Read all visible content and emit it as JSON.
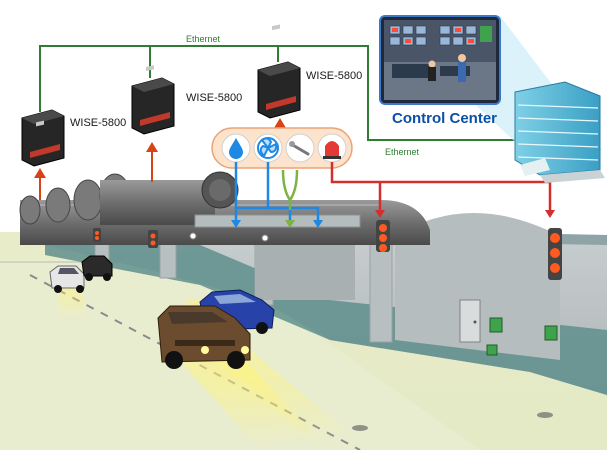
{
  "network": {
    "ethernet_top_label": "Ethernet",
    "ethernet_right_label": "Ethernet",
    "line_color": "#2e7d32"
  },
  "devices": [
    {
      "label": "WISE-5800",
      "icon": "wise-5800-controller-icon"
    },
    {
      "label": "WISE-5800",
      "icon": "wise-5800-controller-icon"
    },
    {
      "label": "WISE-5800",
      "icon": "wise-5800-controller-icon"
    }
  ],
  "control_center": {
    "title": "Control Center",
    "icon": "control-room-icon"
  },
  "sensors": [
    {
      "icon": "water-drop-icon",
      "color": "#1e88e5"
    },
    {
      "icon": "fan-icon",
      "color": "#1e88e5"
    },
    {
      "icon": "thermometer-probe-icon",
      "color": "#7cb342"
    },
    {
      "icon": "alarm-beacon-icon",
      "color": "#e53935"
    }
  ],
  "colors": {
    "signal_up": "#d84315",
    "signal_blue": "#1e88e5",
    "signal_green": "#7cb342",
    "signal_red": "#d32f2f",
    "tunnel_wall": "#5f8f8c"
  }
}
